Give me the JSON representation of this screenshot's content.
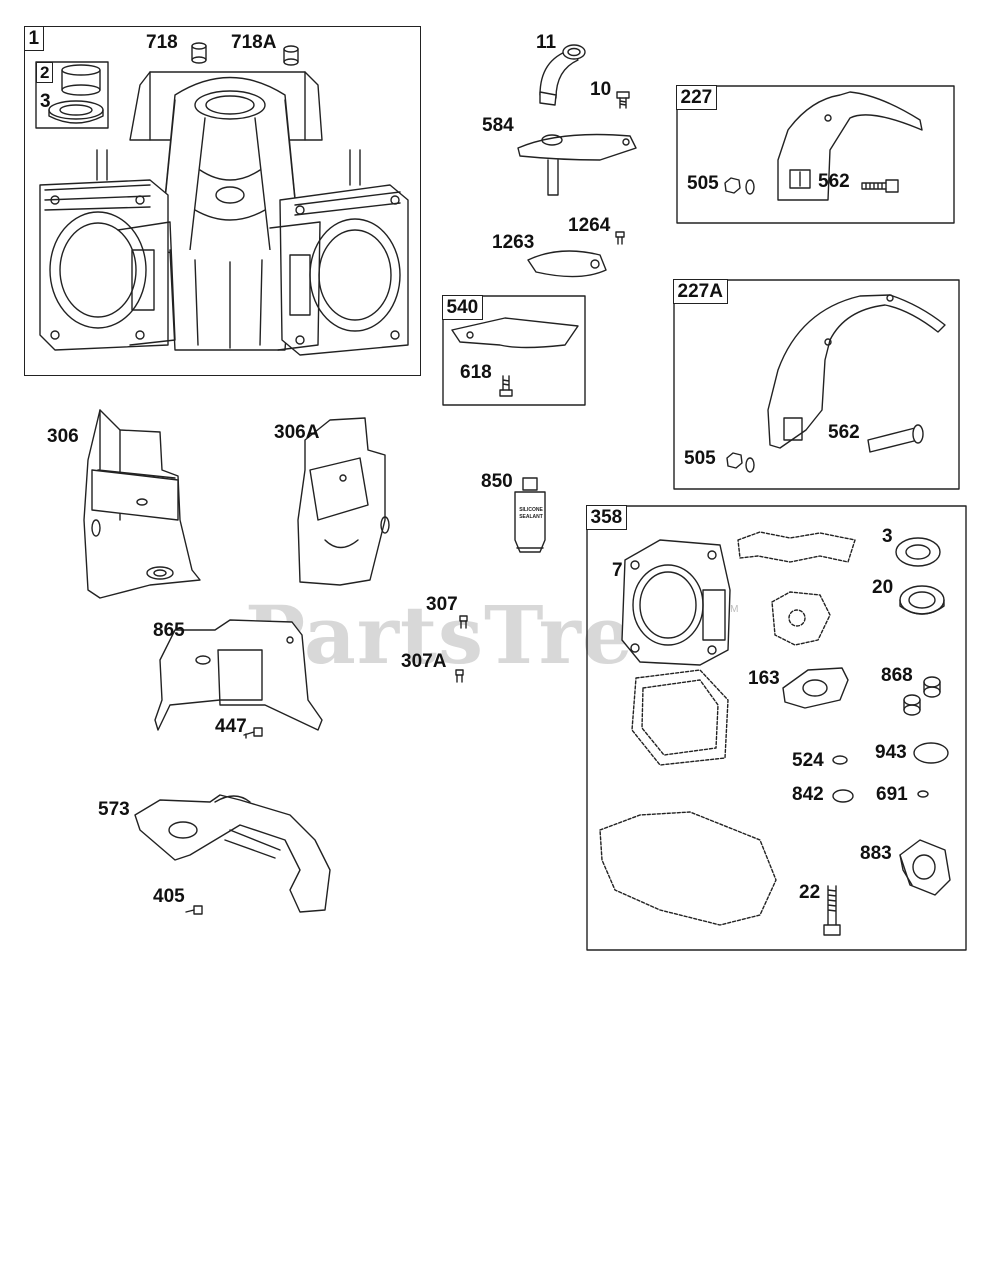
{
  "watermark": {
    "text": "PartsTree",
    "tm": "TM"
  },
  "groups": {
    "g1": "1",
    "g227": "227",
    "g227A": "227A",
    "g540": "540",
    "g358": "358"
  },
  "subgroups": {
    "s2": "2"
  },
  "labels": {
    "p718": "718",
    "p718A": "718A",
    "p3a": "3",
    "p11": "11",
    "p10": "10",
    "p584": "584",
    "p1263": "1263",
    "p1264": "1264",
    "p618": "618",
    "p505a": "505",
    "p562a": "562",
    "p505b": "505",
    "p562b": "562",
    "p306": "306",
    "p306A": "306A",
    "p850": "850",
    "p307": "307",
    "p307A": "307A",
    "p865": "865",
    "p447": "447",
    "p573": "573",
    "p405": "405",
    "p7": "7",
    "p3b": "3",
    "p20": "20",
    "p163": "163",
    "p868": "868",
    "p524": "524",
    "p943": "943",
    "p842": "842",
    "p691": "691",
    "p883": "883",
    "p22": "22"
  },
  "tube_text": {
    "line1": "SILICONE",
    "line2": "SEALANT"
  }
}
